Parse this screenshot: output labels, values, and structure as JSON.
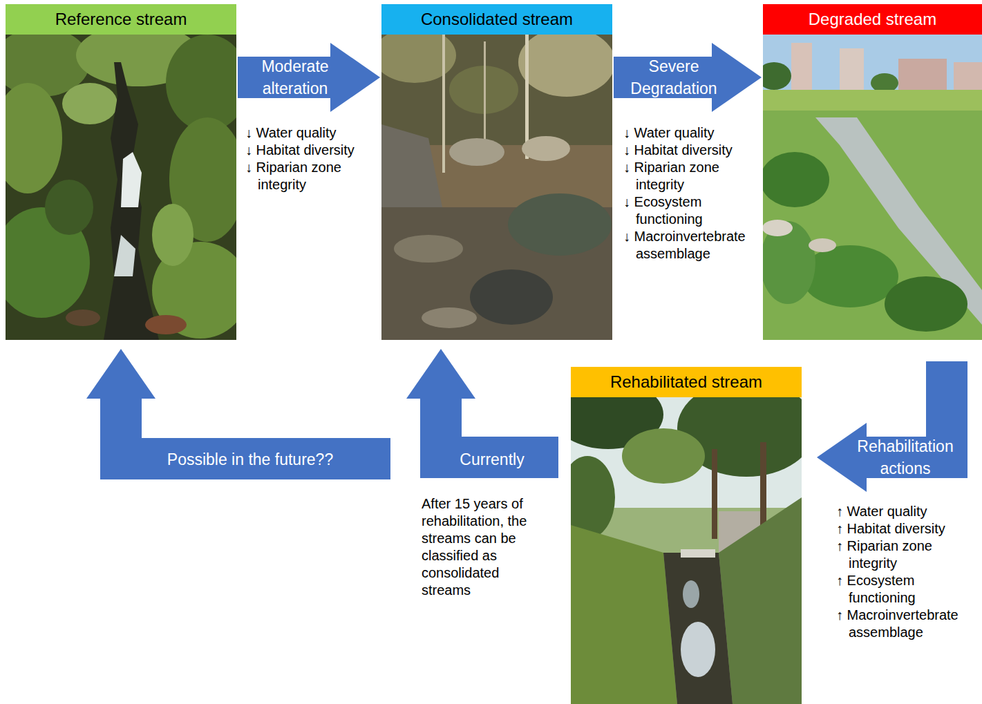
{
  "diagram": {
    "nodes": [
      {
        "text": [
          "Reference stream"
        ]
      },
      {
        "text": [
          "Consolidated stream"
        ]
      },
      {
        "text": [
          "Degraded stream"
        ]
      },
      {
        "text": [
          "Rehabilitated stream"
        ]
      }
    ],
    "edges": [
      {
        "from": 0,
        "to": 1,
        "arrow": "to",
        "label": "Moderate alteration"
      },
      {
        "from": 1,
        "to": 2,
        "arrow": "to",
        "label": "Severe Degradation"
      },
      {
        "from": 2,
        "to": 3,
        "arrow": "to",
        "label": "Rehabilitation actions"
      },
      {
        "from": 3,
        "to": 1,
        "arrow": "to",
        "label": "Currently"
      },
      {
        "from": 3,
        "to": 0,
        "arrow": "to",
        "label": "Possible in the future??"
      }
    ],
    "labels": [
      "↓ Water quality",
      "↓ Habitat diversity",
      "↓ Riparian zone integrity",
      "↓ Water quality",
      "↓ Habitat diversity",
      "↓ Riparian zone integrity",
      "↓ Ecosystem functioning",
      "↓ Macroinvertebrate assemblage",
      "After 15 years of rehabilitation, the streams can be classified as consolidated streams",
      "↑ Water quality",
      "↑ Habitat diversity",
      "↑ Riparian zone integrity",
      "↑ Ecosystem functioning",
      "↑ Macroinvertebrate assemblage"
    ]
  }
}
